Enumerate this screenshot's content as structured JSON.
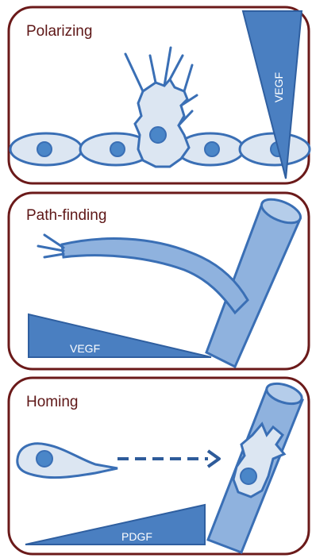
{
  "colors": {
    "frame": "#6b1a1a",
    "title": "#5e1717",
    "cell_fill": "#dce6f2",
    "cell_stroke": "#3a6fb5",
    "nucleus": "#4a86c8",
    "gradient": "#4a7fc1",
    "gradient_stroke": "#2f5fa0",
    "vessel_fill": "#8fb2de",
    "vessel_top": "#b5cdea",
    "arrow": "#2e5b9a"
  },
  "panels": [
    {
      "title": "Polarizing",
      "gradient_label": "VEGF"
    },
    {
      "title": "Path-finding",
      "gradient_label": "VEGF"
    },
    {
      "title": "Homing",
      "gradient_label": "PDGF"
    }
  ]
}
